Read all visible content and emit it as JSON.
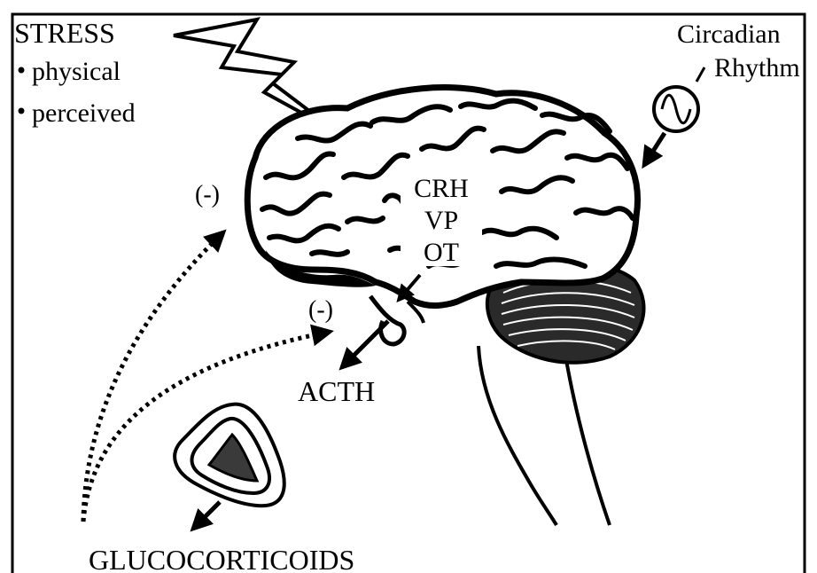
{
  "labels": {
    "stress_title": "STRESS",
    "stress_items": [
      "physical",
      "perceived"
    ],
    "circadian_line1": "Circadian",
    "circadian_line2": "Rhythm",
    "hormones": [
      "CRH",
      "VP",
      "OT"
    ],
    "feedback_upper": "(-)",
    "feedback_lower": "(-)",
    "acth": "ACTH",
    "glucocorticoids": "GLUCOCORTICOIDS"
  },
  "colors": {
    "ink": "#000000",
    "background": "#ffffff",
    "cerebellum": "#2a2a2a",
    "adrenal_core": "#3a3a3a"
  },
  "icons": {
    "stress_bolt": "lightning-bolt-icon",
    "circadian": "sine-wave-oscillator-icon"
  }
}
